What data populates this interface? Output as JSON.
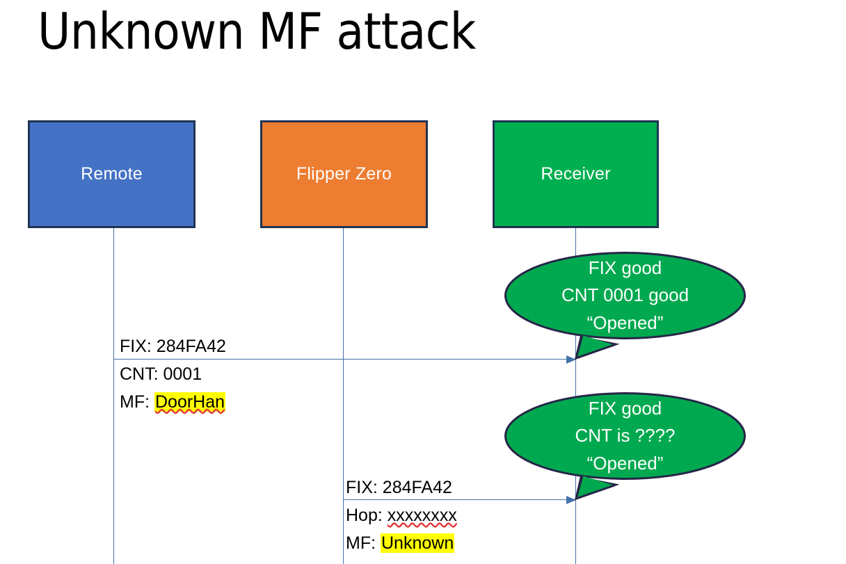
{
  "slide": {
    "title": "Unknown MF attack",
    "background": "#ffffff"
  },
  "colors": {
    "remote": "#4472C4",
    "flipper": "#ED7D31",
    "receiver": "#00B050",
    "box_border": "#1f3352",
    "line": "#4472a8",
    "highlight": "#ffff00",
    "spellcheck": "#e03a3a",
    "bubble_fill": "#00A94F",
    "bubble_stroke": "#262548"
  },
  "actors": [
    {
      "id": "remote",
      "label": "Remote"
    },
    {
      "id": "flipper",
      "label": "Flipper Zero"
    },
    {
      "id": "receiver",
      "label": "Receiver"
    }
  ],
  "messages": [
    {
      "id": "msg-1",
      "from": "remote",
      "to": "receiver",
      "lines": [
        {
          "label": "FIX: ",
          "value": "284FA42",
          "highlight": false,
          "spellcheck": false
        },
        {
          "label": "CNT: ",
          "value": "0001",
          "highlight": false,
          "spellcheck": false
        },
        {
          "label": "MF: ",
          "value": "DoorHan",
          "highlight": true,
          "spellcheck": true
        }
      ]
    },
    {
      "id": "msg-2",
      "from": "flipper",
      "to": "receiver",
      "lines": [
        {
          "label": "FIX: ",
          "value": "284FA42",
          "highlight": false,
          "spellcheck": false
        },
        {
          "label": "Hop: ",
          "value": "xxxxxxxx",
          "highlight": false,
          "spellcheck": true
        },
        {
          "label": "MF: ",
          "value": "Unknown",
          "highlight": true,
          "spellcheck": false
        }
      ]
    }
  ],
  "callouts": [
    {
      "id": "callout-1",
      "owner": "receiver",
      "lines": [
        "FIX good",
        "CNT 0001 good",
        "“Opened”"
      ]
    },
    {
      "id": "callout-2",
      "owner": "receiver",
      "lines": [
        "FIX good",
        "CNT is ????",
        "“Opened”"
      ]
    }
  ]
}
